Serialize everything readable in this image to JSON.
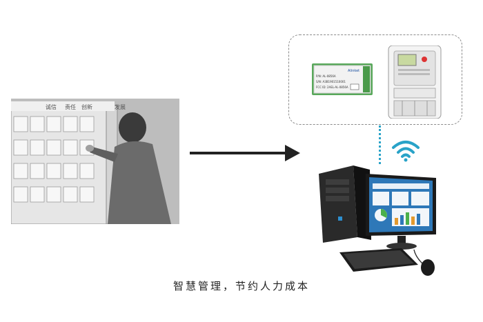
{
  "caption": "智慧管理，节约人力成本",
  "photo": {
    "sign_texts": [
      "诚信",
      "责任",
      "创新",
      "发展"
    ]
  },
  "module": {
    "brand": "Alinket",
    "line1": "P/N: AL-0856A",
    "line2": "S/N: A3B1901510001",
    "line3": "FCC ID: 2AEL-AL-0856A"
  },
  "colors": {
    "dotted_link": "#29a3c8",
    "wifi": "#29a3c8",
    "arrow": "#222222",
    "module_pcb": "#58a85a"
  }
}
